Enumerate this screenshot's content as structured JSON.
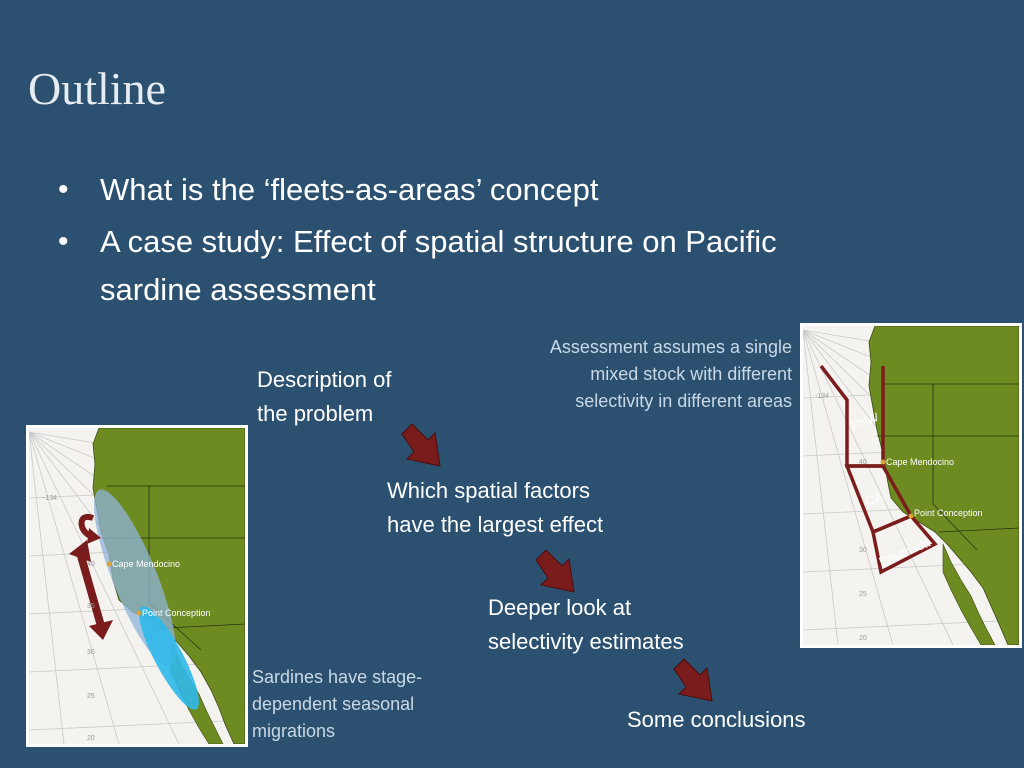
{
  "slide": {
    "title": "Outline",
    "bullets": [
      "What is the ‘fleets-as-areas’ concept",
      "A case study: Effect of spatial structure on Pacific sardine assessment"
    ],
    "bullet_line2": "sardine assessment",
    "bullet_line1b": "A case study: Effect of spatial structure on Pacific"
  },
  "flow": {
    "step1": [
      "Description of",
      "the problem"
    ],
    "step2": [
      "Which spatial factors",
      "have the largest effect"
    ],
    "step3": [
      "Deeper look at",
      "selectivity estimates"
    ],
    "step4": "Some conclusions",
    "arrow_color": "#7a1c1c"
  },
  "notes": {
    "right": [
      "Assessment assumes a single",
      "mixed stock with different",
      "selectivity in different areas"
    ],
    "left": [
      "Sardines have stage-",
      "dependent seasonal",
      "migrations"
    ]
  },
  "map_left": {
    "labels": {
      "cape": "Cape Mendocino",
      "point": "Point Conception",
      "lat40": "40",
      "lat35": "35",
      "lat30": "30",
      "lat25": "25",
      "lat20": "20",
      "lon134": "-134"
    }
  },
  "map_right": {
    "labels": {
      "cape": "Cape Mendocino",
      "point": "Point Conception",
      "lat40": "40",
      "lat30": "30",
      "lat25": "25",
      "lat20": "20",
      "lon134": "-134"
    },
    "regions": [
      "PNW",
      "CA",
      "Ensenada"
    ]
  },
  "colors": {
    "background": "#2c5170",
    "land": "#6e8b22",
    "ocean": "#f4f3ef",
    "region_box": "#7a1c1c"
  }
}
